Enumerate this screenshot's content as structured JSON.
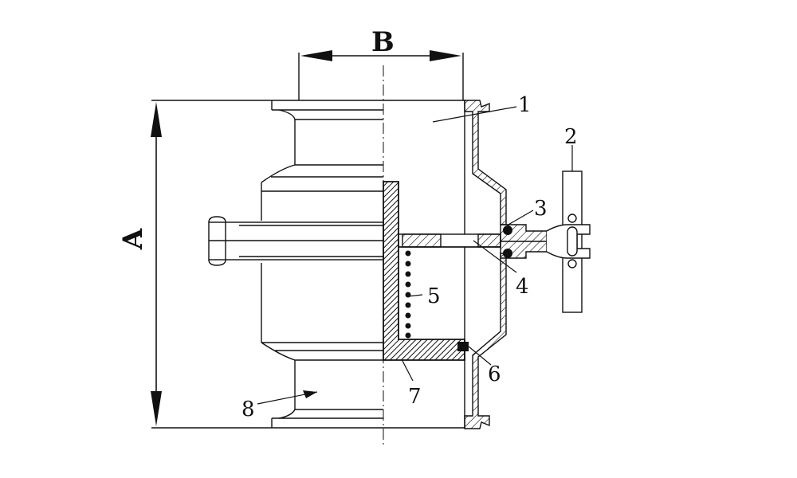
{
  "figure": {
    "dimensions": {
      "width_label": "B",
      "height_label": "A"
    },
    "part_numbers": [
      "1",
      "2",
      "3",
      "4",
      "5",
      "6",
      "7",
      "8"
    ]
  }
}
